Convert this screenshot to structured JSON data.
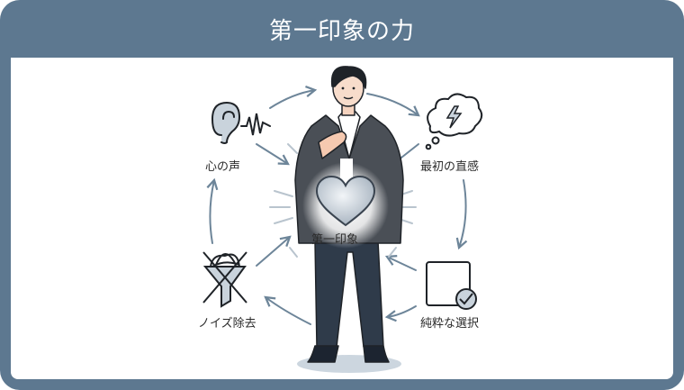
{
  "title": "第一印象の力",
  "center": {
    "label": "第一印象",
    "icon": "glowing-heart-icon"
  },
  "nodes": [
    {
      "id": "inner-voice",
      "label": "心の声",
      "icon": "ear-soundwave-icon"
    },
    {
      "id": "first-intuition",
      "label": "最初の直感",
      "icon": "thought-cloud-lightning-icon"
    },
    {
      "id": "pure-choice",
      "label": "純粋な選択",
      "icon": "checkbox-check-icon"
    },
    {
      "id": "noise-removal",
      "label": "ノイズ除去",
      "icon": "crossed-funnel-icon"
    }
  ],
  "colors": {
    "frame": "#5d7890",
    "arrow": "#6d8599",
    "suit": "#4a4f56",
    "pants": "#2f3b4a",
    "shadow": "#ccd6df",
    "icon_fill": "#c9d3dc"
  }
}
